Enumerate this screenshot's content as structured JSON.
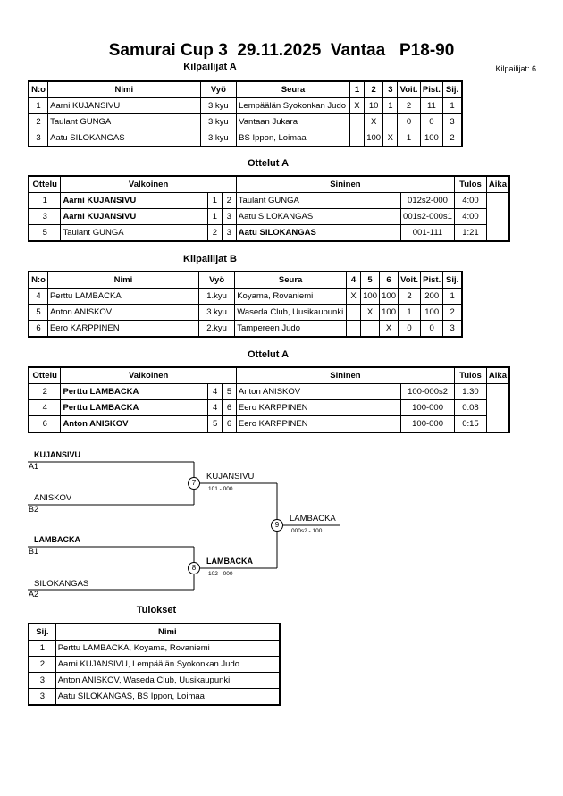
{
  "header": {
    "title": "Samurai Cup 3  29.11.2025  Vantaa   P18-90",
    "competitor_count": "Kilpailijat: 6"
  },
  "pool_a": {
    "heading": "Kilpailijat A",
    "columns": [
      "N:o",
      "Nimi",
      "Vyö",
      "Seura",
      "1",
      "2",
      "3",
      "Voit.",
      "Pist.",
      "Sij."
    ],
    "rows": [
      {
        "no": "1",
        "name": "Aarni KUJANSIVU",
        "belt": "3.kyu",
        "club": "Lempäälän Syokonkan Judo",
        "r1": "X",
        "r2": "10",
        "r3": "1",
        "wins": "2",
        "points": "11",
        "place": "1"
      },
      {
        "no": "2",
        "name": "Taulant GUNGA",
        "belt": "3.kyu",
        "club": "Vantaan Jukara",
        "r1": "",
        "r2": "X",
        "r3": "",
        "wins": "0",
        "points": "0",
        "place": "3"
      },
      {
        "no": "3",
        "name": "Aatu SILOKANGAS",
        "belt": "3.kyu",
        "club": "BS Ippon, Loimaa",
        "r1": "",
        "r2": "100",
        "r3": "X",
        "wins": "1",
        "points": "100",
        "place": "2"
      }
    ]
  },
  "matches_a": {
    "heading": "Ottelut A",
    "columns": [
      "Ottelu",
      "Valkoinen",
      "Sininen",
      "Tulos",
      "Aika"
    ],
    "rows": [
      {
        "no": "1",
        "white": "Aarni KUJANSIVU",
        "wn": "1",
        "bn": "2",
        "blue": "Taulant GUNGA",
        "result": "012s2-000",
        "time": "4:00",
        "winner": "white"
      },
      {
        "no": "3",
        "white": "Aarni KUJANSIVU",
        "wn": "1",
        "bn": "3",
        "blue": "Aatu SILOKANGAS",
        "result": "001s2-000s1",
        "time": "4:00",
        "winner": "white"
      },
      {
        "no": "5",
        "white": "Taulant GUNGA",
        "wn": "2",
        "bn": "3",
        "blue": "Aatu SILOKANGAS",
        "result": "001-111",
        "time": "1:21",
        "winner": "blue"
      }
    ]
  },
  "pool_b": {
    "heading": "Kilpailijat B",
    "columns": [
      "N:o",
      "Nimi",
      "Vyö",
      "Seura",
      "4",
      "5",
      "6",
      "Voit.",
      "Pist.",
      "Sij."
    ],
    "rows": [
      {
        "no": "4",
        "name": "Perttu LAMBACKA",
        "belt": "1.kyu",
        "club": "Koyama, Rovaniemi",
        "r1": "X",
        "r2": "100",
        "r3": "100",
        "wins": "2",
        "points": "200",
        "place": "1"
      },
      {
        "no": "5",
        "name": "Anton ANISKOV",
        "belt": "3.kyu",
        "club": "Waseda Club, Uusikaupunki",
        "r1": "",
        "r2": "X",
        "r3": "100",
        "wins": "1",
        "points": "100",
        "place": "2"
      },
      {
        "no": "6",
        "name": "Eero KARPPINEN",
        "belt": "2.kyu",
        "club": "Tampereen Judo",
        "r1": "",
        "r2": "",
        "r3": "X",
        "wins": "0",
        "points": "0",
        "place": "3"
      }
    ]
  },
  "matches_b": {
    "heading": "Ottelut A",
    "columns": [
      "Ottelu",
      "Valkoinen",
      "Sininen",
      "Tulos",
      "Aika"
    ],
    "rows": [
      {
        "no": "2",
        "white": "Perttu LAMBACKA",
        "wn": "4",
        "bn": "5",
        "blue": "Anton ANISKOV",
        "result": "100-000s2",
        "time": "1:30",
        "winner": "white"
      },
      {
        "no": "4",
        "white": "Perttu LAMBACKA",
        "wn": "4",
        "bn": "6",
        "blue": "Eero KARPPINEN",
        "result": "100-000",
        "time": "0:08",
        "winner": "white"
      },
      {
        "no": "6",
        "white": "Anton ANISKOV",
        "wn": "5",
        "bn": "6",
        "blue": "Eero KARPPINEN",
        "result": "100-000",
        "time": "0:15",
        "winner": "white"
      }
    ]
  },
  "bracket": {
    "e1_name": "KUJANSIVU",
    "e1_seed": "A1",
    "e2_name": "ANISKOV",
    "e2_seed": "B2",
    "e3_name": "LAMBACKA",
    "e3_seed": "B1",
    "e4_name": "SILOKANGAS",
    "e4_seed": "A2",
    "m7_no": "7",
    "m7_winner": "KUJANSIVU",
    "m7_score": "101 - 000",
    "m8_no": "8",
    "m8_winner": "LAMBACKA",
    "m8_score": "102 - 000",
    "m9_no": "9",
    "m9_winner": "LAMBACKA",
    "m9_score": "000s2 - 100"
  },
  "results": {
    "heading": "Tulokset",
    "columns": [
      "Sij.",
      "Nimi"
    ],
    "rows": [
      {
        "place": "1",
        "name": "Perttu LAMBACKA, Koyama, Rovaniemi"
      },
      {
        "place": "2",
        "name": "Aarni KUJANSIVU, Lempäälän Syokonkan Judo"
      },
      {
        "place": "3",
        "name": "Anton ANISKOV, Waseda Club, Uusikaupunki"
      },
      {
        "place": "3",
        "name": "Aatu SILOKANGAS, BS Ippon, Loimaa"
      }
    ]
  }
}
